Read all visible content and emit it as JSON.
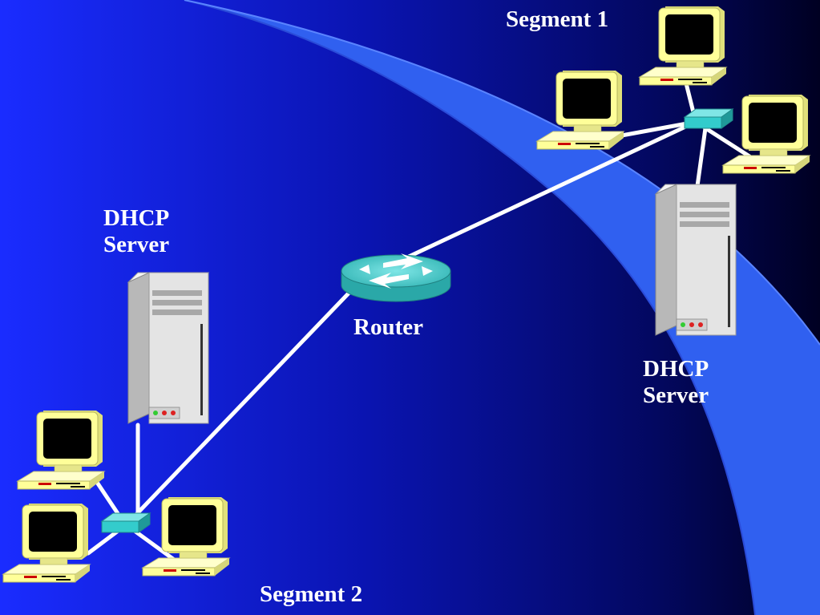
{
  "labels": {
    "segment1": "Segment 1",
    "segment2": "Segment 2",
    "router": "Router",
    "dhcp_left": {
      "line1": "DHCP",
      "line2": "Server"
    },
    "dhcp_right": {
      "line1": "DHCP",
      "line2": "Server"
    }
  },
  "colors": {
    "background_left": "#1428ff",
    "background_right": "#000033",
    "arc_blue": "#3366ff",
    "link": "#ffffff",
    "computer_body": "#ffff99",
    "screen": "#000000",
    "server": "#e6e6e6",
    "hub": "#33cccc",
    "router": "#33cccc"
  },
  "diagram": {
    "segments": [
      "Segment 1",
      "Segment 2"
    ],
    "devices": {
      "segment1": [
        "computer",
        "computer",
        "computer",
        "hub",
        "dhcp-server"
      ],
      "segment2": [
        "computer",
        "computer",
        "computer",
        "hub",
        "dhcp-server"
      ],
      "core": [
        "router"
      ]
    },
    "links": [
      [
        "segment1-hub",
        "router"
      ],
      [
        "router",
        "segment2-hub"
      ],
      [
        "segment1-hub",
        "segment1-computers"
      ],
      [
        "segment1-hub",
        "segment1-dhcp-server"
      ],
      [
        "segment2-hub",
        "segment2-computers"
      ],
      [
        "segment2-hub",
        "segment2-dhcp-server"
      ]
    ]
  }
}
